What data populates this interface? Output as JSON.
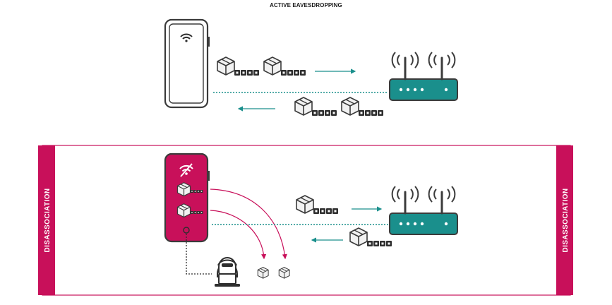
{
  "title": "ACTIVE EAVESDROPPING",
  "panel": {
    "left_label": "DISASSOCIATION",
    "right_label": "DISASSOCIATION"
  },
  "colors": {
    "accent": "#c8105a",
    "teal": "#1a8f8c",
    "outline": "#3b3b3b",
    "box_fill": "#f2f2f2"
  },
  "icons": [
    "smartphone-icon",
    "wifi-icon",
    "router-icon",
    "package-icon",
    "data-block-icon",
    "wifi-off-icon",
    "hacker-icon",
    "laptop-icon"
  ]
}
